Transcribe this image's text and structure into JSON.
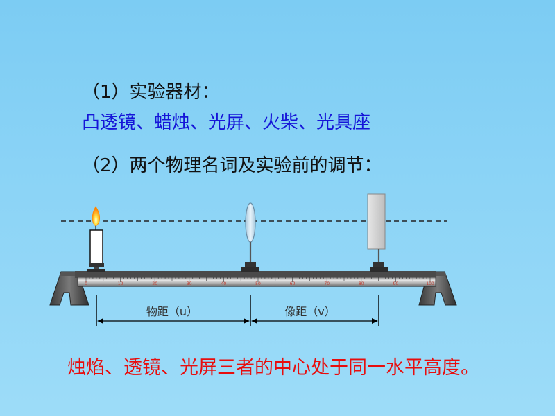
{
  "section1": {
    "heading": "（1）实验器材：",
    "items": "凸透镜、蜡烛、光屏、火柴、光具座"
  },
  "section2": {
    "heading": "（2）两个物理名词及实验前的调节："
  },
  "diagram": {
    "ruler_ticks": [
      "0",
      "10",
      "20",
      "30",
      "40",
      "50",
      "60",
      "70",
      "80",
      "90",
      "100"
    ],
    "object_distance_label": "物距（u）",
    "image_distance_label": "像距（v）"
  },
  "conclusion": "烛焰、透镜、光屏三者的中心处于同一水平高度。",
  "colors": {
    "background": "#8ad3f6",
    "heading_text": "#111111",
    "equipment_text": "#1515d8",
    "conclusion_text": "#e80d0d"
  }
}
